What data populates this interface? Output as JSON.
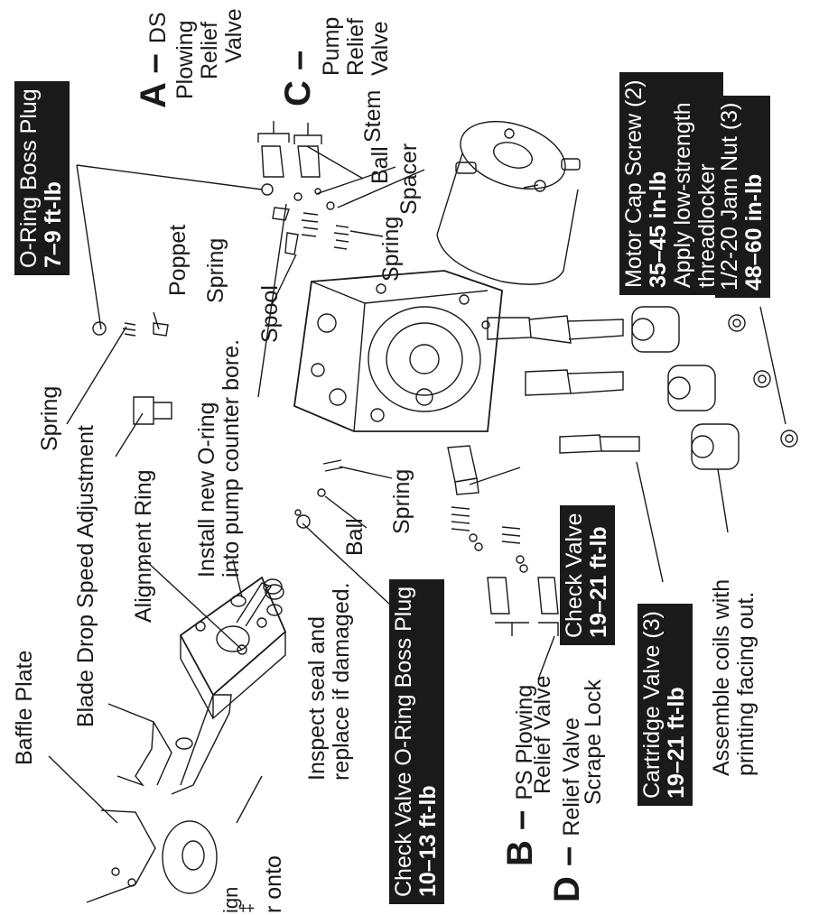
{
  "boxes": {
    "oring_boss_plug": {
      "line1": "O-Ring Boss Plug",
      "line2": "7–9 ft-lb"
    },
    "check_valve_boss_plug": {
      "line1": "Check Valve O-Ring Boss Plug",
      "line2": "10–13 ft-lb"
    },
    "check_valve": {
      "line1": "Check Valve",
      "line2": "19–21 ft-lb"
    },
    "cartridge_valve": {
      "line1": "Cartridge Valve (3)",
      "line2": "19–21 ft-lb"
    },
    "motor_cap_screw": {
      "line1": "Motor Cap Screw (2)",
      "line2": "35–45 in-lb",
      "line3": "Apply low-strength",
      "line4": "threadlocker"
    },
    "jam_nut": {
      "line1": "1/2-20 Jam Nut (3)",
      "line2": "48–60 in-lb"
    }
  },
  "valves": {
    "a": {
      "letter": "A",
      "dash": " – ",
      "line1": "DS",
      "line2": "Plowing",
      "line3": "Relief",
      "line4": "Valve"
    },
    "b": {
      "letter": "B",
      "dash": " – ",
      "line1": "PS Plowing",
      "line2": "Relief Valve"
    },
    "c": {
      "letter": "C",
      "dash": " –",
      "line1": "Pump",
      "line2": "Relief",
      "line3": "Valve"
    },
    "d": {
      "letter": "D",
      "dash": " – ",
      "line1": "Relief Valve",
      "line2": "Scrape Lock"
    }
  },
  "labels": {
    "baffle_plate": "Baffle Plate",
    "blade_drop": "Blade Drop Speed Adjustment",
    "alignment_ring": "Alignment Ring",
    "install_oring_1": "Install new O-ring",
    "install_oring_2": "into pump counter bore.",
    "inspect_seal_1": "Inspect seal and",
    "inspect_seal_2": "replace if damaged.",
    "assemble_coils_1": "Assemble coils with",
    "assemble_coils_2": "printing facing out.",
    "spring_left": "Spring",
    "spring_upper": "Spring",
    "spring_mid": "Spring",
    "spring_lower": "Spring",
    "poppet": "Poppet",
    "spool": "Spool",
    "ball_upper": "Ball",
    "ball_lower": "Ball",
    "spacer": "Spacer",
    "stem": "Stem",
    "cut_1": "ign",
    "cut_2": "‡",
    "cut_3": "r onto"
  }
}
